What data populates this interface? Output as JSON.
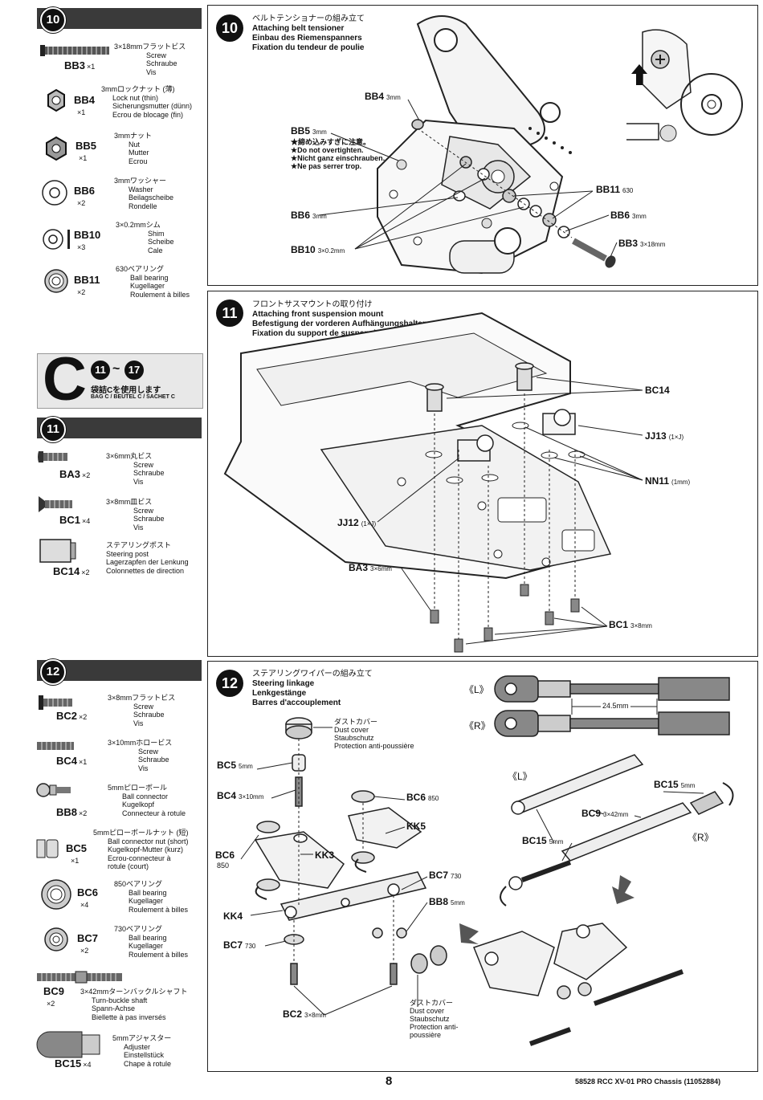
{
  "page_number": "8",
  "footer_text": "58528 RCC XV-01 PRO Chassis (11052884)",
  "sec10_left": {
    "num": "10",
    "parts": [
      {
        "code": "BB3",
        "qty": "×1",
        "spec": "3×18mmフラットビス",
        "names": [
          "Screw",
          "Schraube",
          "Vis"
        ]
      },
      {
        "code": "BB4",
        "qty": "×1",
        "spec": "3mmロックナット (薄)",
        "names": [
          "Lock nut (thin)",
          "Sicherungsmutter (dünn)",
          "Ecrou de blocage (fin)"
        ]
      },
      {
        "code": "BB5",
        "qty": "×1",
        "spec": "3mmナット",
        "names": [
          "Nut",
          "Mutter",
          "Ecrou"
        ]
      },
      {
        "code": "BB6",
        "qty": "×2",
        "spec": "3mmワッシャー",
        "names": [
          "Washer",
          "Beilagscheibe",
          "Rondelle"
        ]
      },
      {
        "code": "BB10",
        "qty": "×3",
        "spec": "3×0.2mmシム",
        "names": [
          "Shim",
          "Scheibe",
          "Cale"
        ]
      },
      {
        "code": "BB11",
        "qty": "×2",
        "spec": "630ベアリング",
        "names": [
          "Ball bearing",
          "Kugellager",
          "Roulement à billes"
        ]
      }
    ]
  },
  "bag_c": {
    "letter": "C",
    "from": "11",
    "tilde": "~",
    "to": "17",
    "jp": "袋詰Cを使用します",
    "en": "BAG C / BEUTEL C / SACHET C"
  },
  "sec11_left": {
    "num": "11",
    "parts": [
      {
        "code": "BA3",
        "qty": "×2",
        "spec": "3×6mm丸ビス",
        "names": [
          "Screw",
          "Schraube",
          "Vis"
        ]
      },
      {
        "code": "BC1",
        "qty": "×4",
        "spec": "3×8mm皿ビス",
        "names": [
          "Screw",
          "Schraube",
          "Vis"
        ]
      },
      {
        "code": "BC14",
        "qty": "×2",
        "spec": "ステアリングポスト",
        "names": [
          "Steering post",
          "Lagerzapfen der Lenkung",
          "Colonnettes de direction"
        ]
      }
    ]
  },
  "sec12_left": {
    "num": "12",
    "parts": [
      {
        "code": "BC2",
        "qty": "×2",
        "spec": "3×8mmフラットビス",
        "names": [
          "Screw",
          "Schraube",
          "Vis"
        ]
      },
      {
        "code": "BC4",
        "qty": "×1",
        "spec": "3×10mmホロービス",
        "names": [
          "Screw",
          "Schraube",
          "Vis"
        ]
      },
      {
        "code": "BB8",
        "qty": "×2",
        "spec": "5mmピローボール",
        "names": [
          "Ball connector",
          "Kugelkopf",
          "Connecteur à rotule"
        ]
      },
      {
        "code": "BC5",
        "qty": "×1",
        "spec": "5mmピローボールナット (短)",
        "names": [
          "Ball connector nut (short)",
          "Kugelkopf-Mutter (kurz)",
          "Ecrou-connecteur à",
          "rotule (court)"
        ]
      },
      {
        "code": "BC6",
        "qty": "×4",
        "spec": "850ベアリング",
        "names": [
          "Ball bearing",
          "Kugellager",
          "Roulement à billes"
        ]
      },
      {
        "code": "BC7",
        "qty": "×2",
        "spec": "730ベアリング",
        "names": [
          "Ball bearing",
          "Kugellager",
          "Roulement à billes"
        ]
      },
      {
        "code": "BC9",
        "qty": "×2",
        "spec": "3×42mmターンバックルシャフト",
        "names": [
          "Turn-buckle shaft",
          "Spann-Achse",
          "Biellette à pas inversés"
        ]
      },
      {
        "code": "BC15",
        "qty": "×4",
        "spec": "5mmアジャスター",
        "names": [
          "Adjuster",
          "Einstellstück",
          "Chape à rotule"
        ]
      }
    ]
  },
  "step10": {
    "num": "10",
    "title_jp": "ベルトテンショナーの組み立て",
    "title_en": "Attaching belt tensioner",
    "title_de": "Einbau des Riemenspanners",
    "title_fr": "Fixation du tendeur de poulie",
    "labels": [
      {
        "code": "BB4",
        "size": "3mm"
      },
      {
        "code": "BB5",
        "size": "3mm"
      },
      {
        "code": "BB11",
        "size": "630"
      },
      {
        "code": "BB6",
        "size": "3mm"
      },
      {
        "code": "BB6",
        "size": "3mm"
      },
      {
        "code": "BB3",
        "size": "3×18mm"
      },
      {
        "code": "BB10",
        "size": "3×0.2mm"
      }
    ],
    "warning": [
      "★締め込みすぎに注意。",
      "★Do not overtighten.",
      "★Nicht ganz einschrauben.",
      "★Ne pas serrer trop."
    ]
  },
  "step11": {
    "num": "11",
    "title_jp": "フロントサスマウントの取り付け",
    "title_en": "Attaching front suspension mount",
    "title_de": "Befestigung der vorderen Aufhängungshalterung",
    "title_fr": "Fixation du support de suspension avant",
    "labels": [
      {
        "code": "BC14",
        "size": ""
      },
      {
        "code": "JJ13",
        "size": "(1×J)"
      },
      {
        "code": "NN11",
        "size": "(1mm)"
      },
      {
        "code": "JJ12",
        "size": "(1×J)"
      },
      {
        "code": "BA3",
        "size": "3×6mm"
      },
      {
        "code": "BC1",
        "size": "3×8mm"
      }
    ]
  },
  "step12": {
    "num": "12",
    "title_jp": "ステアリングワイパーの組み立て",
    "title_en": "Steering linkage",
    "title_de": "Lenkgestänge",
    "title_fr": "Barres d'accouplement",
    "dust_cover": [
      "ダストカバー",
      "Dust cover",
      "Staubschutz",
      "Protection anti-poussière"
    ],
    "dust_cover2": [
      "ダストカバー",
      "Dust cover",
      "Staubschutz",
      "Protection anti-",
      "poussière"
    ],
    "L": "《L》",
    "R": "《R》",
    "dimension": "24.5mm",
    "labels": [
      {
        "code": "BC5",
        "size": "5mm"
      },
      {
        "code": "BC4",
        "size": "3×10mm"
      },
      {
        "code": "BC6",
        "size": "850"
      },
      {
        "code": "BC6",
        "size": "850"
      },
      {
        "code": "KK5",
        "size": ""
      },
      {
        "code": "KK3",
        "size": ""
      },
      {
        "code": "KK4",
        "size": ""
      },
      {
        "code": "BC7",
        "size": "730"
      },
      {
        "code": "BC7",
        "size": "730"
      },
      {
        "code": "BB8",
        "size": "5mm"
      },
      {
        "code": "BC2",
        "size": "3×8mm"
      },
      {
        "code": "BC15",
        "size": "5mm"
      },
      {
        "code": "BC9",
        "size": "3×42mm"
      },
      {
        "code": "BC15",
        "size": "5mm"
      }
    ]
  }
}
